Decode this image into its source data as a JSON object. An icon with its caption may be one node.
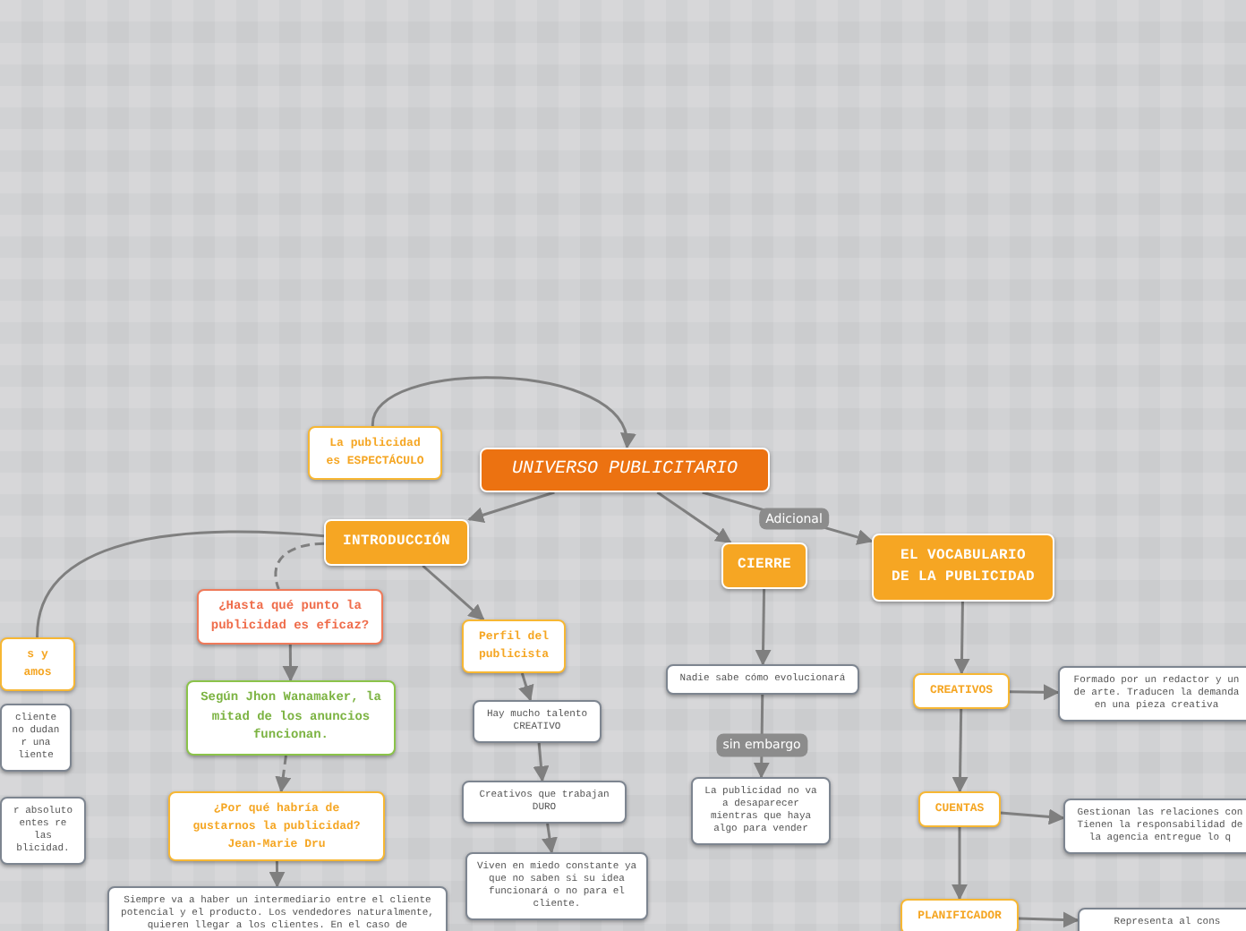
{
  "diagram": {
    "nodes": [
      {
        "text": [
          "UNIVERSO PUBLICITARIO"
        ]
      },
      {
        "text": [
          "La publicidad es ESPECTÁCULO"
        ]
      },
      {
        "text": [
          "INTRODUCCIÓN"
        ]
      },
      {
        "text": [
          "CIERRE"
        ]
      },
      {
        "text": [
          "EL VOCABULARIO DE LA PUBLICIDAD"
        ]
      },
      {
        "text": [
          "s y amos"
        ]
      },
      {
        "text": [
          "cliente no dudan r una liente"
        ]
      },
      {
        "text": [
          "r absoluto entes re las blicidad."
        ]
      },
      {
        "text": [
          "¿Hasta qué punto la publicidad es eficaz?"
        ]
      },
      {
        "text": [
          "Según Jhon Wanamaker, la mitad de los anuncios funcionan."
        ]
      },
      {
        "text": [
          "¿Por qué habría de gustarnos la publicidad? Jean-Marie Dru"
        ]
      },
      {
        "text": [
          "Siempre va a haber un intermediario entre el cliente potencial y el producto. Los vendedores naturalmente, quieren llegar a los clientes. En el caso de"
        ]
      },
      {
        "text": [
          "Perfil del publicista"
        ]
      },
      {
        "text": [
          "Hay mucho talento CREATIVO"
        ]
      },
      {
        "text": [
          "Creativos que trabajan DURO"
        ]
      },
      {
        "text": [
          "Viven en miedo constante ya que no saben si su idea funcionará o no para el cliente."
        ]
      },
      {
        "text": [
          "Nadie sabe cómo evolucionará"
        ]
      },
      {
        "text": [
          "La publicidad no va a desaparecer mientras que haya algo para vender"
        ]
      },
      {
        "text": [
          "CREATIVOS"
        ]
      },
      {
        "text": [
          "Formado por un redactor y un de arte. Traducen la demanda en una pieza creativa"
        ]
      },
      {
        "text": [
          "CUENTAS"
        ]
      },
      {
        "text": [
          "Gestionan las relaciones con Tienen la responsabilidad de la agencia entregue lo q"
        ]
      },
      {
        "text": [
          "PLANIFICADOR"
        ]
      },
      {
        "text": [
          "Representa al cons"
        ]
      }
    ],
    "edges": [
      {
        "from": 1,
        "to": 0,
        "arrow": "to"
      },
      {
        "from": 0,
        "to": 2,
        "arrow": "to"
      },
      {
        "from": 0,
        "to": 3,
        "arrow": "to"
      },
      {
        "from": 0,
        "to": 4,
        "arrow": "to",
        "label": "Adicional"
      },
      {
        "from": 2,
        "to": 5,
        "arrow": "none"
      },
      {
        "from": 2,
        "to": 8,
        "arrow": "none",
        "style": "dashed"
      },
      {
        "from": 8,
        "to": 9,
        "arrow": "to"
      },
      {
        "from": 9,
        "to": 10,
        "arrow": "to",
        "style": "dashed"
      },
      {
        "from": 10,
        "to": 11,
        "arrow": "to"
      },
      {
        "from": 2,
        "to": 12,
        "arrow": "to"
      },
      {
        "from": 12,
        "to": 13,
        "arrow": "to"
      },
      {
        "from": 13,
        "to": 14,
        "arrow": "to"
      },
      {
        "from": 14,
        "to": 15,
        "arrow": "to"
      },
      {
        "from": 3,
        "to": 16,
        "arrow": "to"
      },
      {
        "from": 16,
        "to": 17,
        "arrow": "to",
        "label": "sin embargo"
      },
      {
        "from": 4,
        "to": 18,
        "arrow": "to"
      },
      {
        "from": 18,
        "to": 19,
        "arrow": "to"
      },
      {
        "from": 18,
        "to": 20,
        "arrow": "to"
      },
      {
        "from": 20,
        "to": 21,
        "arrow": "to"
      },
      {
        "from": 20,
        "to": 22,
        "arrow": "to"
      },
      {
        "from": 22,
        "to": 23,
        "arrow": "to"
      }
    ]
  }
}
